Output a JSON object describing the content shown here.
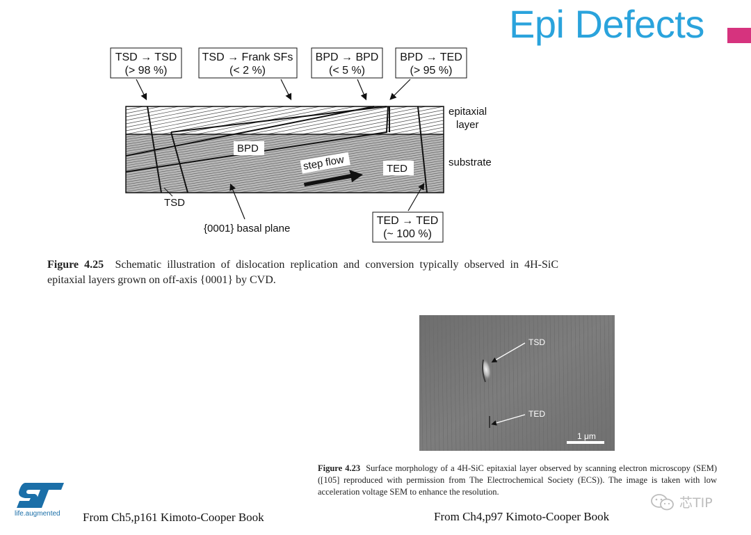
{
  "slide": {
    "title": "Epi Defects",
    "accent_color": "#d6337e",
    "title_color": "#2aa3dc"
  },
  "diagram": {
    "boxes": [
      {
        "line1": "TSD → TSD",
        "line2": "(> 98 %)"
      },
      {
        "line1": "TSD → Frank SFs",
        "line2": "(< 2 %)"
      },
      {
        "line1": "BPD → BPD",
        "line2": "(< 5 %)"
      },
      {
        "line1": "BPD → TED",
        "line2": "(> 95 %)"
      }
    ],
    "bottom_box": {
      "line1": "TED → TED",
      "line2": "(~ 100 %)"
    },
    "labels": {
      "epi_line1": "epitaxial",
      "epi_line2": "layer",
      "substrate": "substrate",
      "bpd": "BPD",
      "ted": "TED",
      "tsd": "TSD",
      "step_flow": "step flow",
      "basal_plane": "{0001} basal plane"
    }
  },
  "figure_425": {
    "label": "Figure 4.25",
    "text": "Schematic illustration of dislocation replication and conversion typically observed in 4H-SiC epitaxial layers grown on off-axis {0001} by CVD."
  },
  "sem": {
    "tsd_label": "TSD",
    "ted_label": "TED",
    "scale_label": "1 μm"
  },
  "figure_423": {
    "label": "Figure 4.23",
    "text": "Surface morphology of a 4H-SiC epitaxial layer observed by scanning electron microscopy (SEM) ([105] reproduced with permission from The Electrochemical Society (ECS)). The image is taken with low acceleration voltage SEM to enhance the resolution."
  },
  "sources": {
    "left": "From Ch5,p161 Kimoto-Cooper Book",
    "right": "From Ch4,p97 Kimoto-Cooper Book"
  },
  "logo": {
    "mark": "ST",
    "tagline": "life.augmented",
    "color": "#1b6fa8"
  },
  "watermark": {
    "text": "芯TIP",
    "icon": "wechat-icon"
  }
}
